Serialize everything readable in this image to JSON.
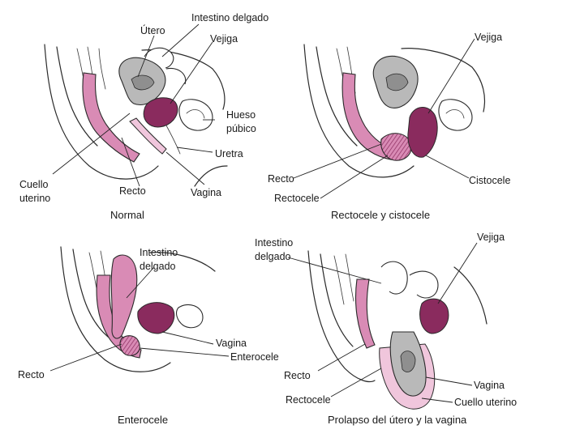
{
  "panels": [
    {
      "caption": "Normal",
      "labels": {
        "utero": "Útero",
        "intestino_delgado": "Intestino delgado",
        "vejiga": "Vejiga",
        "hueso_pubico_1": "Hueso",
        "hueso_pubico_2": "púbico",
        "uretra": "Uretra",
        "vagina": "Vagina",
        "recto": "Recto",
        "cuello_uterino_1": "Cuello",
        "cuello_uterino_2": "uterino"
      }
    },
    {
      "caption": "Rectocele y cistocele",
      "labels": {
        "vejiga": "Vejiga",
        "recto": "Recto",
        "rectocele": "Rectocele",
        "cistocele": "Cistocele"
      }
    },
    {
      "caption": "Enterocele",
      "labels": {
        "intestino_delgado_1": "Intestino",
        "intestino_delgado_2": "delgado",
        "vagina": "Vagina",
        "enterocele": "Enterocele",
        "recto": "Recto"
      }
    },
    {
      "caption": "Prolapso del útero y la vagina",
      "labels": {
        "intestino_delgado_1": "Intestino",
        "intestino_delgado_2": "delgado",
        "vejiga": "Vejiga",
        "recto": "Recto",
        "rectocele": "Rectocele",
        "vagina": "Vagina",
        "cuello_uterino": "Cuello uterino"
      }
    }
  ],
  "colors": {
    "tissue_pink": "#d98bb5",
    "tissue_dark": "#8a2b5e",
    "organ_grey": "#b9b9b9"
  }
}
